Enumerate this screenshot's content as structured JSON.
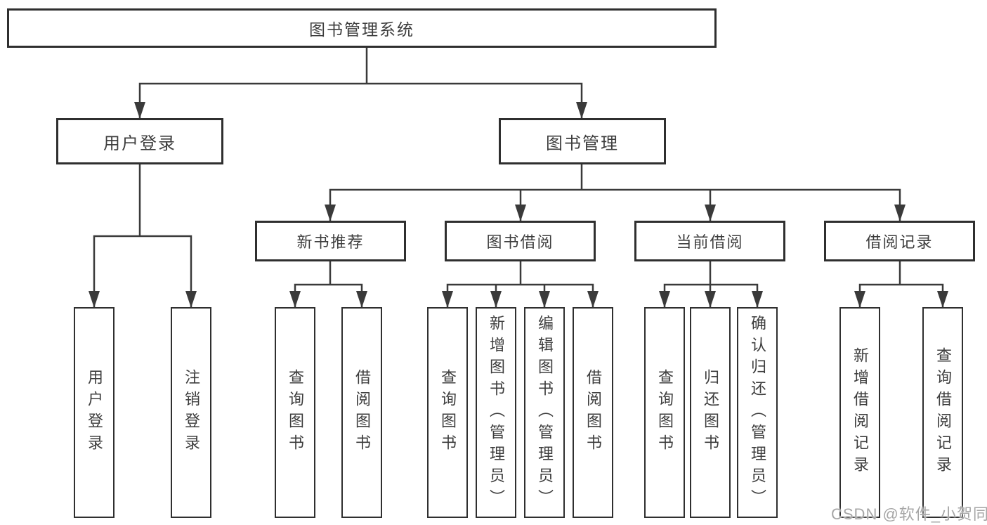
{
  "colors": {
    "canvas_bg": "#ffffff",
    "box_fill": "#ffffff",
    "box_border": "#2f2f2f",
    "line": "#3a3a3a",
    "text": "#3d3d3d",
    "watermark": "#a6a6a6"
  },
  "diagram": {
    "root": {
      "label": "图书管理系统"
    },
    "level2": [
      {
        "label": "用户登录"
      },
      {
        "label": "图书管理"
      }
    ],
    "level3": [
      {
        "label": "新书推荐"
      },
      {
        "label": "图书借阅"
      },
      {
        "label": "当前借阅"
      },
      {
        "label": "借阅记录"
      }
    ],
    "leaves": [
      {
        "label": "用户登录"
      },
      {
        "label": "注销登录"
      },
      {
        "label": "查询图书"
      },
      {
        "label": "借阅图书"
      },
      {
        "label": "查询图书"
      },
      {
        "label": "新增图书（管理员）"
      },
      {
        "label": "编辑图书（管理员）"
      },
      {
        "label": "借阅图书"
      },
      {
        "label": "查询图书"
      },
      {
        "label": "归还图书"
      },
      {
        "label": "确认归还（管理员）"
      },
      {
        "label": "新增借阅记录"
      },
      {
        "label": "查询借阅记录"
      }
    ]
  },
  "watermark": {
    "text": "CSDN @软件_小贺同学"
  }
}
